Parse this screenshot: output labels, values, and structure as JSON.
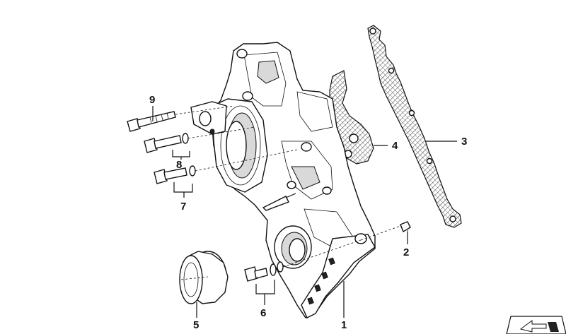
{
  "callouts": {
    "c1": "1",
    "c2": "2",
    "c3": "3",
    "c4": "4",
    "c5": "5",
    "c6": "6",
    "c7": "7",
    "c8": "8",
    "c9": "9"
  },
  "icons": {
    "corner": "navigation-arrow-icon"
  }
}
